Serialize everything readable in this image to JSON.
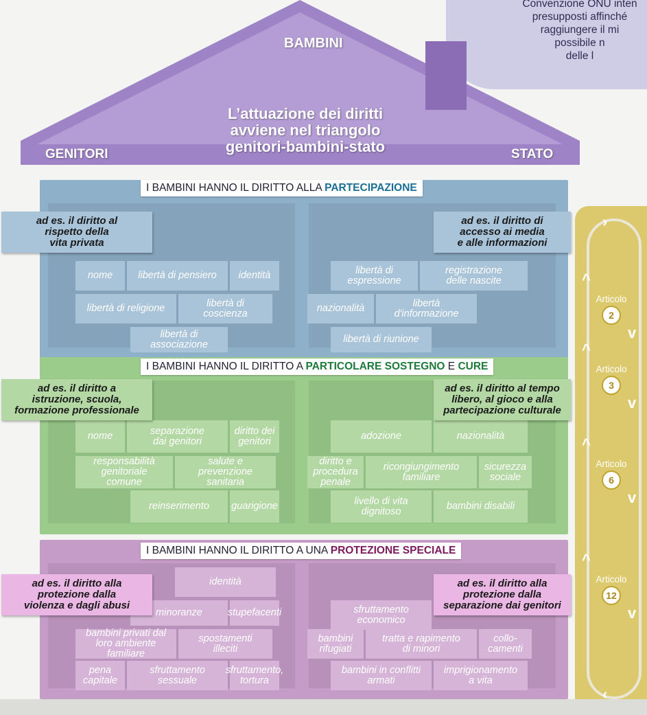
{
  "cloud_text": "Convenzione ONU inten\npresupposti affinché\nraggiungere il mi\npossibile n\ndelle l",
  "roof": {
    "top_label": "BAMBINI",
    "left_label": "GENITORI",
    "right_label": "STATO",
    "center_text": "L’attuazione dei diritti\navviene nel triangolo\ngenitori-bambini-stato"
  },
  "floors": [
    {
      "title_prefix": "I BAMBINI HANNO IL DIRITTO ALLA ",
      "title_bold": "PARTECIPAZIONE",
      "title_bold2": "",
      "title_mid": "",
      "callout_left": "ad es. il diritto al\nrispetto della\nvita privata",
      "callout_right": "ad es. il diritto di\naccesso ai media\ne alle informazioni",
      "bricks": [
        "nome",
        "libertà di pensiero",
        "identità",
        "libertà di\nespressione",
        "registrazione\ndelle nascite",
        "libertà di religione",
        "libertà di\ncoscienza",
        "nazionalità",
        "libertà\nd'informazione",
        "libertà di\nassociazione",
        "libertà di riunione"
      ]
    },
    {
      "title_prefix": "I BAMBINI HANNO IL DIRITTO A ",
      "title_bold": "PARTICOLARE SOSTEGNO",
      "title_mid": " E ",
      "title_bold2": "CURE",
      "callout_left": "ad es. il diritto a\nistruzione, scuola,\nformazione professionale",
      "callout_right": "ad es. il diritto al tempo\nlibero, al gioco e alla\npartecipazione culturale",
      "bricks": [
        "nome",
        "separazione\ndai genitori",
        "diritto dei\ngenitori",
        "adozione",
        "nazionalità",
        "responsabilità\ngenitoriale\ncomune",
        "salute e\nprevenzione\nsanitaria",
        "diritto e\nprocedura\npenale",
        "ricongiungimento\nfamiliare",
        "sicurezza\nsociale",
        "reinserimento",
        "guarigione",
        "livello di vita\ndignitoso",
        "bambini disabili"
      ]
    },
    {
      "title_prefix": "I BAMBINI HANNO IL DIRITTO A UNA ",
      "title_bold": "PROTEZIONE SPECIALE",
      "title_bold2": "",
      "title_mid": "",
      "callout_left": "ad es. il diritto alla\nprotezione dalla\nviolenza e dagli abusi",
      "callout_right": "ad es. il diritto alla\nprotezione dalla\nseparazione dai genitori",
      "bricks": [
        "identità",
        "minoranze",
        "stupefacenti",
        "sfruttamento\neconomico",
        "bambini privati dal\nloro ambiente\nfamiliare",
        "spostamenti\nilleciti",
        "bambini\nrifugiati",
        "tratta e rapimento\ndi minori",
        "collo-\ncamenti",
        "pena\ncapitale",
        "sfruttamento\nsessuale",
        "sfruttamento,\ntortura",
        "bambini in conflitti\narmati",
        "imprigionamento\na vita"
      ]
    }
  ],
  "articles": [
    {
      "label": "Articolo",
      "num": "2"
    },
    {
      "label": "Articolo",
      "num": "3"
    },
    {
      "label": "Articolo",
      "num": "6"
    },
    {
      "label": "Articolo",
      "num": "12"
    }
  ],
  "colors": {
    "roof": "#9e84c6",
    "floor1": "#8fb0c9",
    "floor1_brick": "#a9c4d9",
    "floor1_accent": "#1a6e94",
    "floor2": "#9ccc8c",
    "floor2_brick": "#b3d8a4",
    "floor2_accent": "#1d7a3a",
    "floor3": "#c59cc7",
    "floor3_brick": "#d6b4d8",
    "floor3_accent": "#7a1a5c"
  }
}
